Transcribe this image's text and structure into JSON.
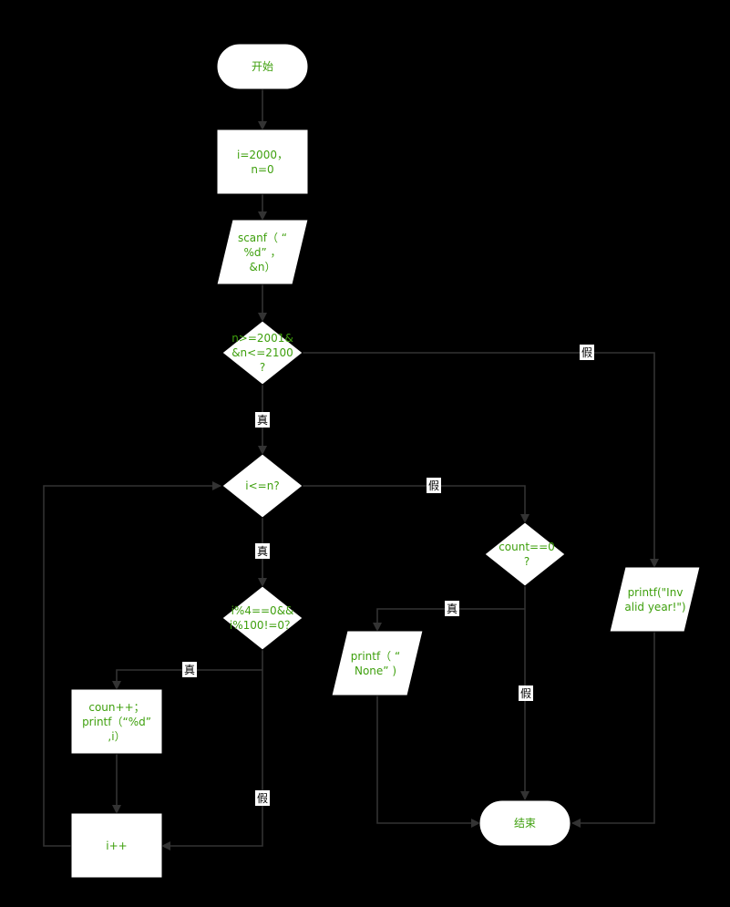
{
  "colors": {
    "background": "#000000",
    "node_fill": "#ffffff",
    "node_text": "#3fa00e",
    "edge": "#333333",
    "label_text": "#000000"
  },
  "nodes": {
    "start": {
      "lines": [
        "开始"
      ]
    },
    "init": {
      "lines": [
        "i=2000，",
        "n=0"
      ]
    },
    "scanf": {
      "lines": [
        "scanf（ “",
        "%d” ，",
        "&n）"
      ]
    },
    "range": {
      "lines": [
        "n>=2001&",
        "&n<=2100",
        "?"
      ]
    },
    "loop": {
      "lines": [
        "i<=n?"
      ]
    },
    "leap": {
      "lines": [
        "i%4==0&&",
        "i%100!=0？"
      ]
    },
    "count0": {
      "lines": [
        "count==0",
        "?"
      ]
    },
    "invalid": {
      "lines": [
        "printf(\"Inv",
        "alid year!\")"
      ]
    },
    "none": {
      "lines": [
        "printf（ “",
        "None” )"
      ]
    },
    "countp": {
      "lines": [
        "coun++；",
        "printf（“%d”",
        ",i）"
      ]
    },
    "inc": {
      "lines": [
        "i++"
      ]
    },
    "end": {
      "lines": [
        "结束"
      ]
    }
  },
  "edge_labels": {
    "range_false": "假",
    "range_true": "真",
    "loop_false": "假",
    "loop_true": "真",
    "count0_true": "真",
    "count0_false": "假",
    "leap_true": "真",
    "leap_false": "假"
  }
}
